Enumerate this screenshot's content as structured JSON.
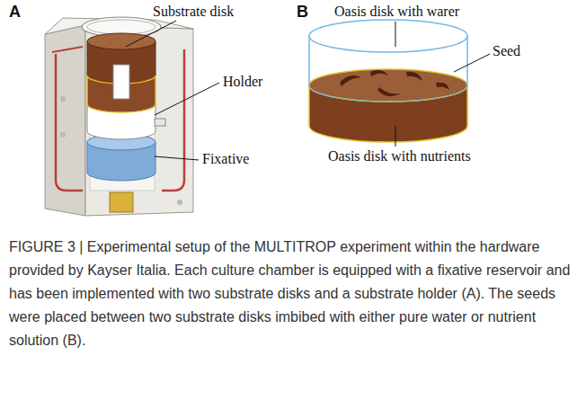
{
  "diagram": {
    "caption": "FIGURE 3 | Experimental setup of the MULTITROP experiment within the hardware provided by Kayser Italia. Each culture chamber is equipped with a fixative reservoir and has been implemented with two substrate disks and a substrate holder (A). The seeds were placed between two substrate disks imbibed with either pure water or nutrient solution (B).",
    "labels": [
      "A",
      "Substrate disk",
      "Holder",
      "Fixative",
      "B",
      "Oasis disk with warer",
      "Seed",
      "Oasis disk with nutrients"
    ]
  }
}
